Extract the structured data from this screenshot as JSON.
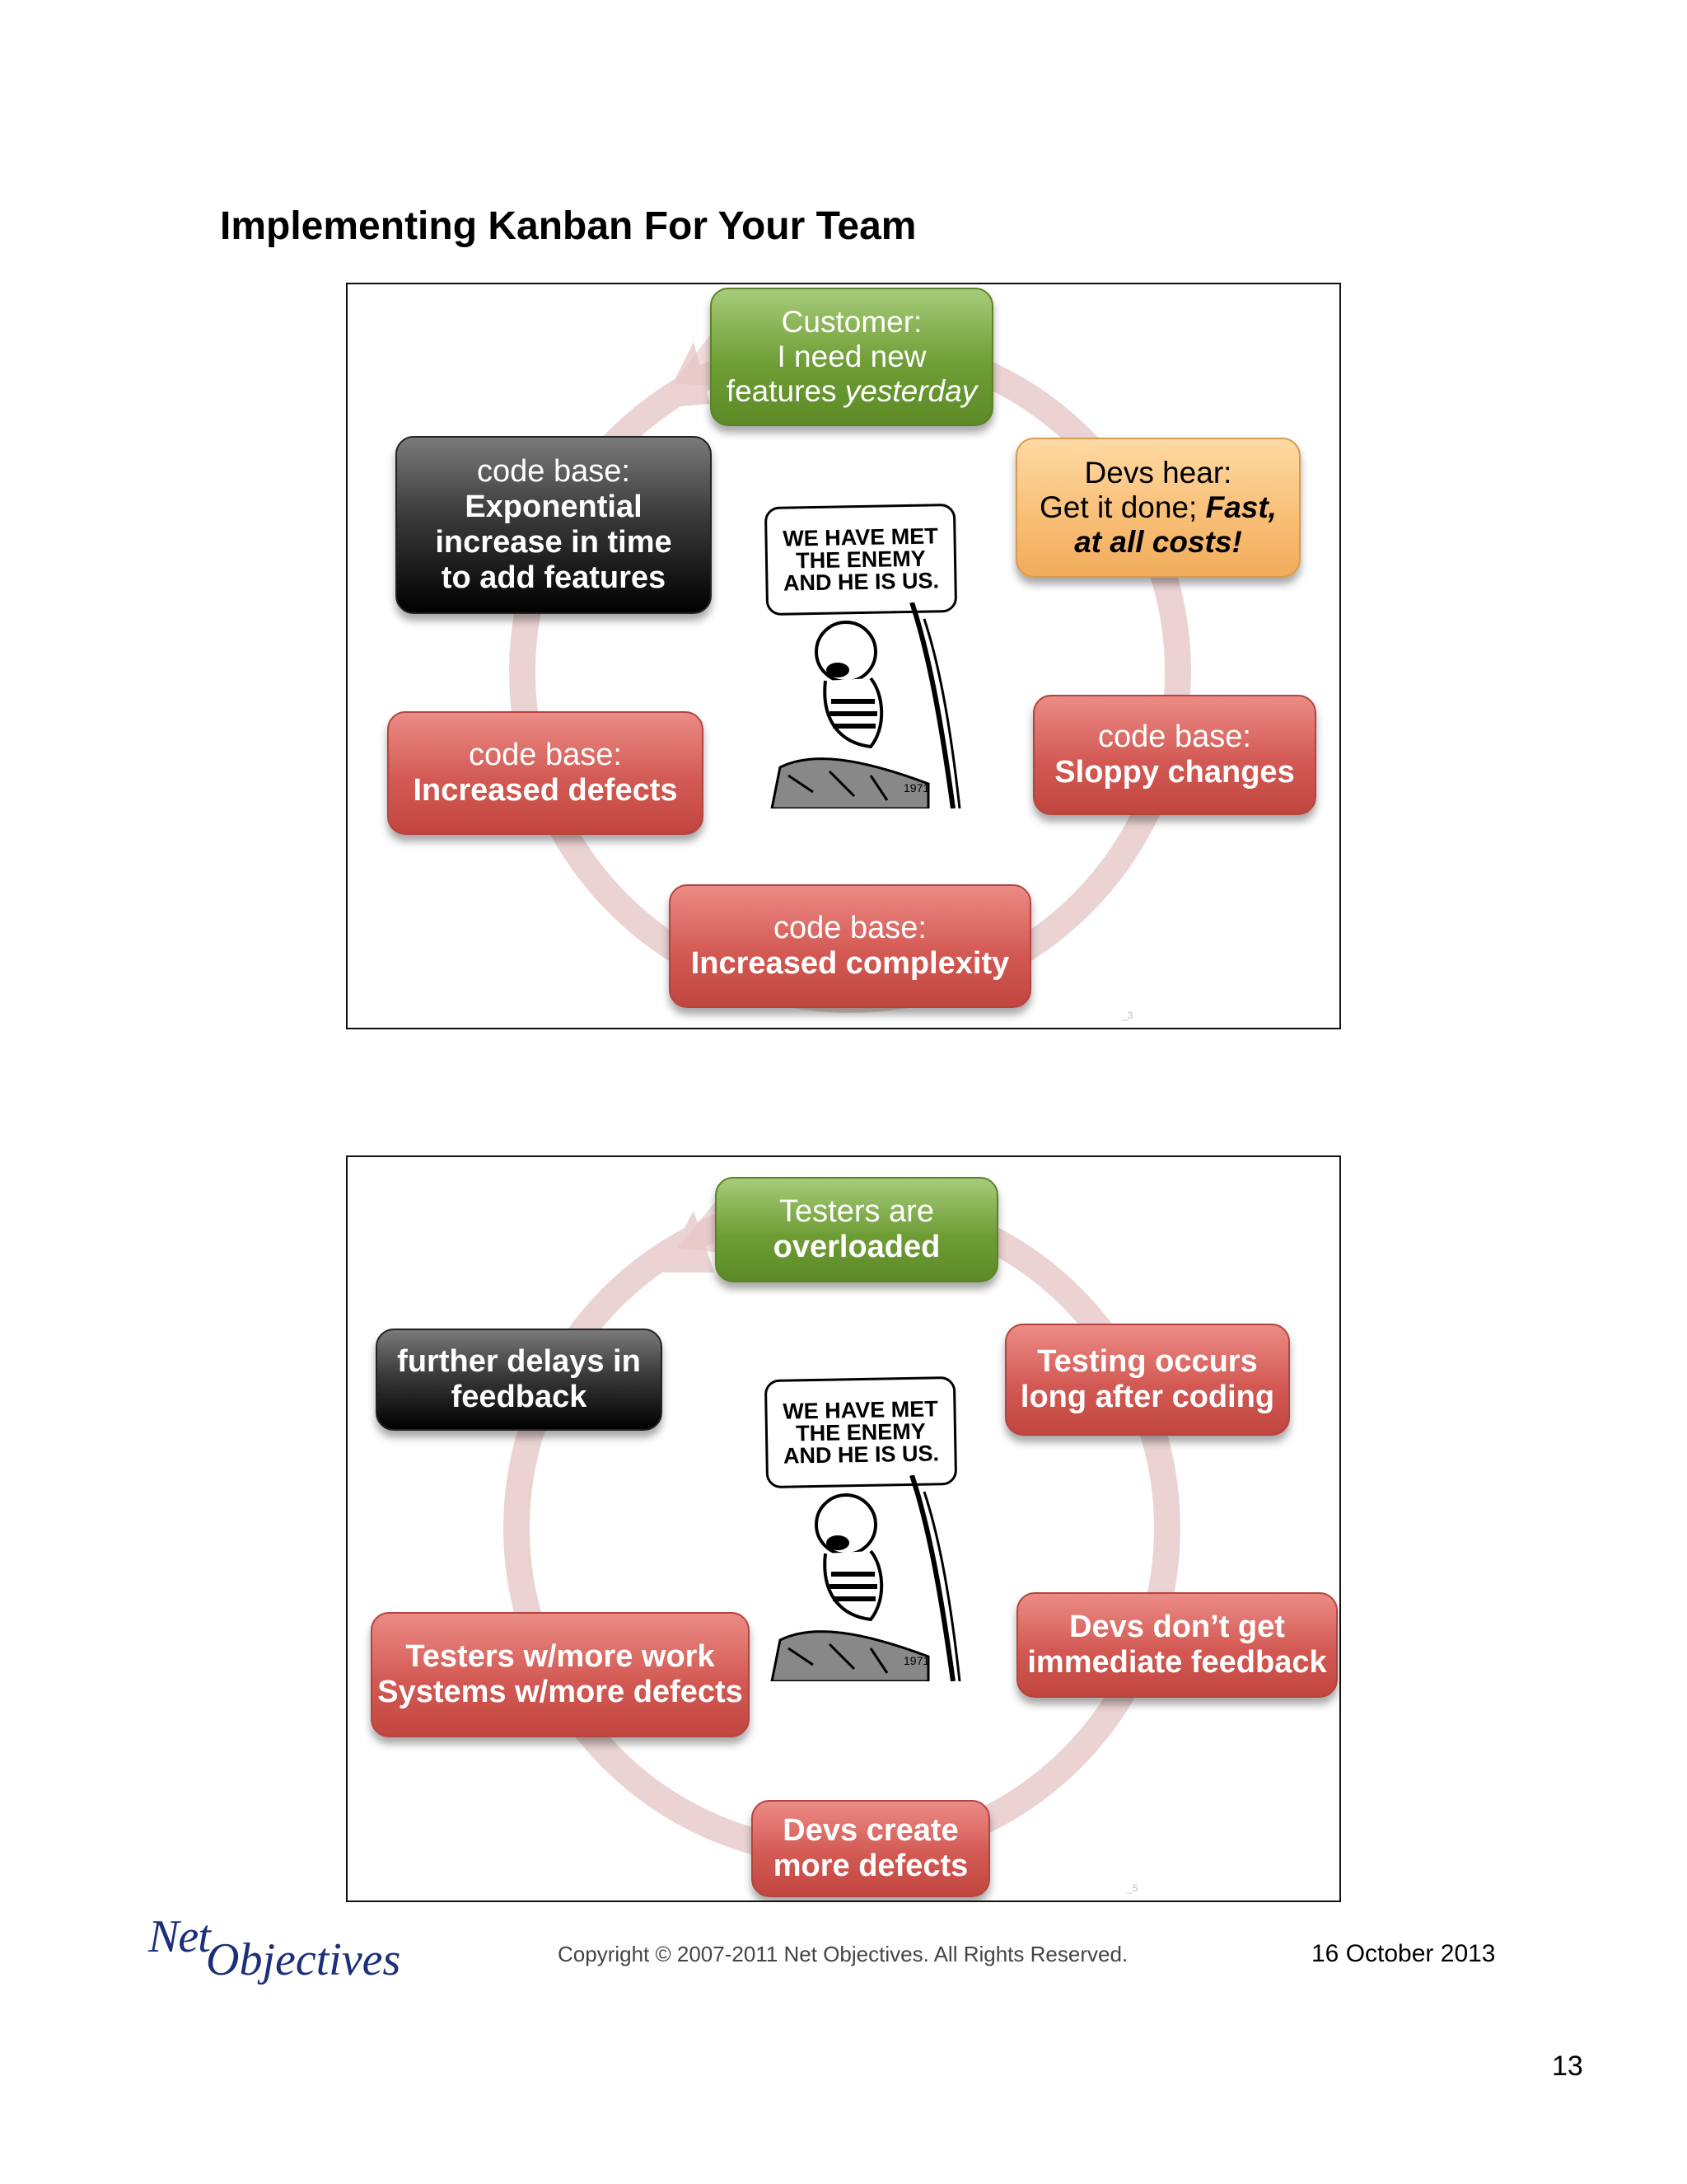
{
  "page": {
    "title": "Implementing Kanban For Your Team",
    "copyright": "Copyright © 2007-2011 Net Objectives. All Rights Reserved.",
    "date": "16 October 2013",
    "page_number": "13",
    "logo_text_1": "Net",
    "logo_text_2": "Objectives"
  },
  "comic": {
    "line1": "WE HAVE MET",
    "line2": "THE ENEMY",
    "line3": "AND HE IS US."
  },
  "slide1": {
    "customer": {
      "l1": "Customer:",
      "l2": "I need new",
      "l3": "features",
      "l3_em": "yesterday"
    },
    "devs_hear": {
      "l1": "Devs hear:",
      "l2": "Get it done;",
      "l2_em": "Fast,",
      "l3": "at all costs!"
    },
    "sloppy": {
      "l1": "code base:",
      "l2": "Sloppy changes"
    },
    "complexity": {
      "l1": "code base:",
      "l2": "Increased complexity"
    },
    "defects": {
      "l1": "code base:",
      "l2": "Increased defects"
    },
    "exponential": {
      "l1": "code base:",
      "l2": "Exponential",
      "l3": "increase in time",
      "l4": "to add features"
    },
    "slide_number": "_3"
  },
  "slide2": {
    "testers": {
      "l1": "Testers are",
      "l2": "overloaded"
    },
    "testing_occurs": {
      "l1": "Testing occurs",
      "l2": "long after coding"
    },
    "devs_no_feedback": {
      "l1": "Devs don’t get",
      "l2": "immediate feedback"
    },
    "devs_create": {
      "l1": "Devs create",
      "l2": "more defects"
    },
    "more_work": {
      "l1": "Testers w/more work",
      "l2": "Systems w/more defects"
    },
    "delays": {
      "l1": "further delays in",
      "l2": "feedback"
    },
    "slide_number": "_5"
  },
  "colors": {
    "green": "#6f9d35",
    "orange": "#f8bd74",
    "red": "#d35a54",
    "black": "#000000",
    "cycle": "#ecd3d3"
  }
}
